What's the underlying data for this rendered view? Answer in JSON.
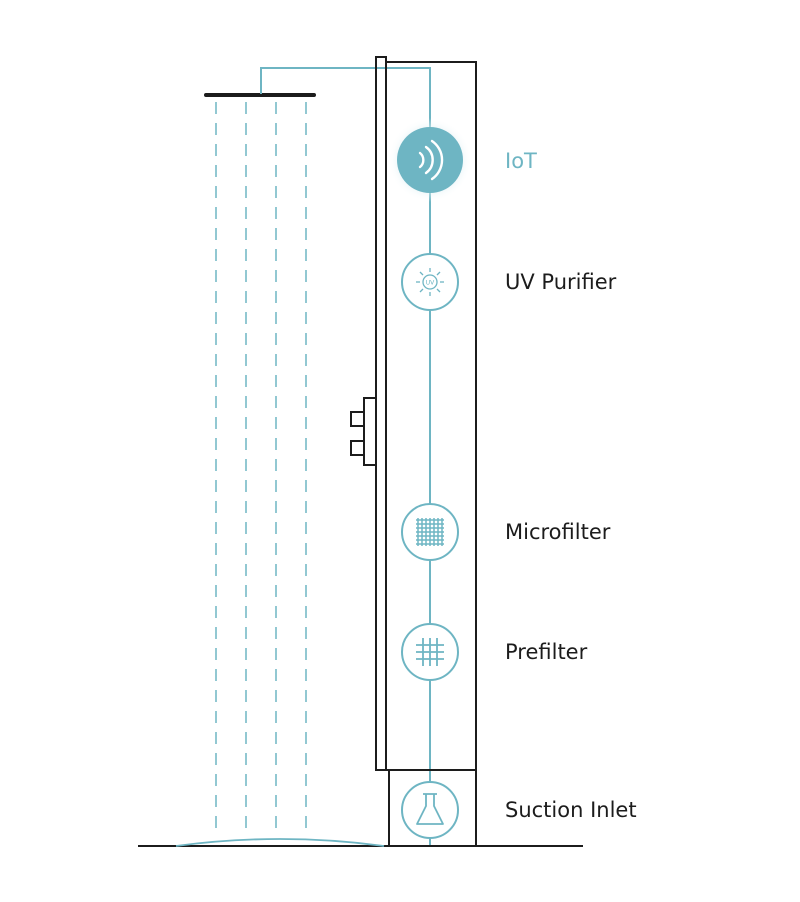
{
  "components": [
    {
      "id": "iot",
      "label": "IoT",
      "icon": "wireless-signal-icon",
      "active": true
    },
    {
      "id": "uv",
      "label": "UV Purifier",
      "icon": "sun-icon",
      "icon_text": "UV"
    },
    {
      "id": "micro",
      "label": "Microfilter",
      "icon": "fine-grid-icon"
    },
    {
      "id": "pre",
      "label": "Prefilter",
      "icon": "coarse-grid-icon"
    },
    {
      "id": "inlet",
      "label": "Suction Inlet",
      "icon": "flask-icon"
    }
  ],
  "colors": {
    "accent": "#6eb5c3",
    "outline": "#1c1c1c",
    "active_fill": "#6eb5c3",
    "active_glow": "#d5ecf1"
  }
}
